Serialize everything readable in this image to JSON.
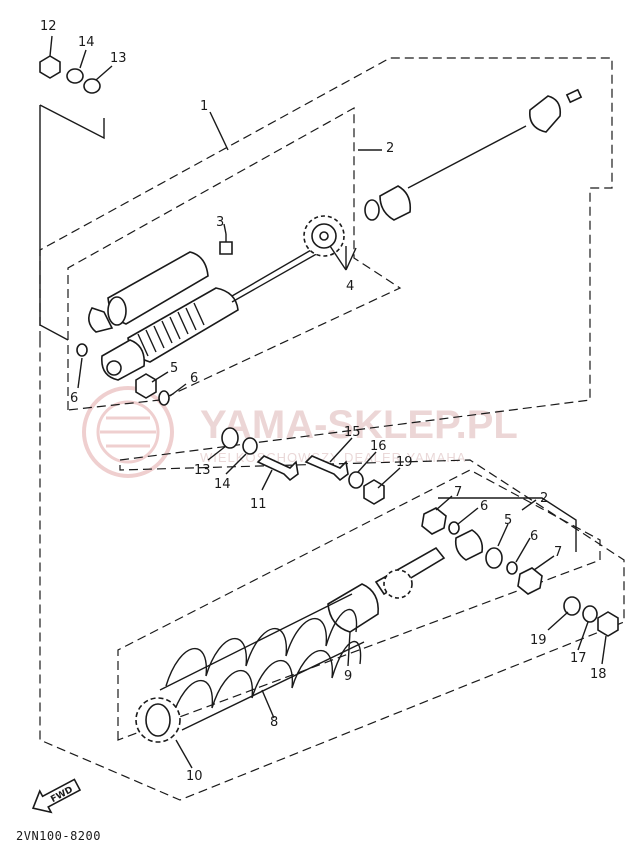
{
  "diagram_code": "2VN100-8200",
  "watermark": {
    "main": "YAMA-SKLEP.PL",
    "sub": "WIELKOSCHOWSZY DEALER YAMAHA"
  },
  "fwd_label": "FWD",
  "callouts": {
    "c1": "1",
    "c2a": "2",
    "c2b": "2",
    "c3": "3",
    "c4": "4",
    "c5a": "5",
    "c5b": "5",
    "c6a": "6",
    "c6b": "6",
    "c6c": "6",
    "c6d": "6",
    "c7a": "7",
    "c7b": "7",
    "c8": "8",
    "c9": "9",
    "c10": "10",
    "c11": "11",
    "c12": "12",
    "c13a": "13",
    "c13b": "13",
    "c14a": "14",
    "c14b": "14",
    "c15": "15",
    "c16": "16",
    "c17": "17",
    "c18": "18",
    "c19a": "19",
    "c19b": "19"
  }
}
